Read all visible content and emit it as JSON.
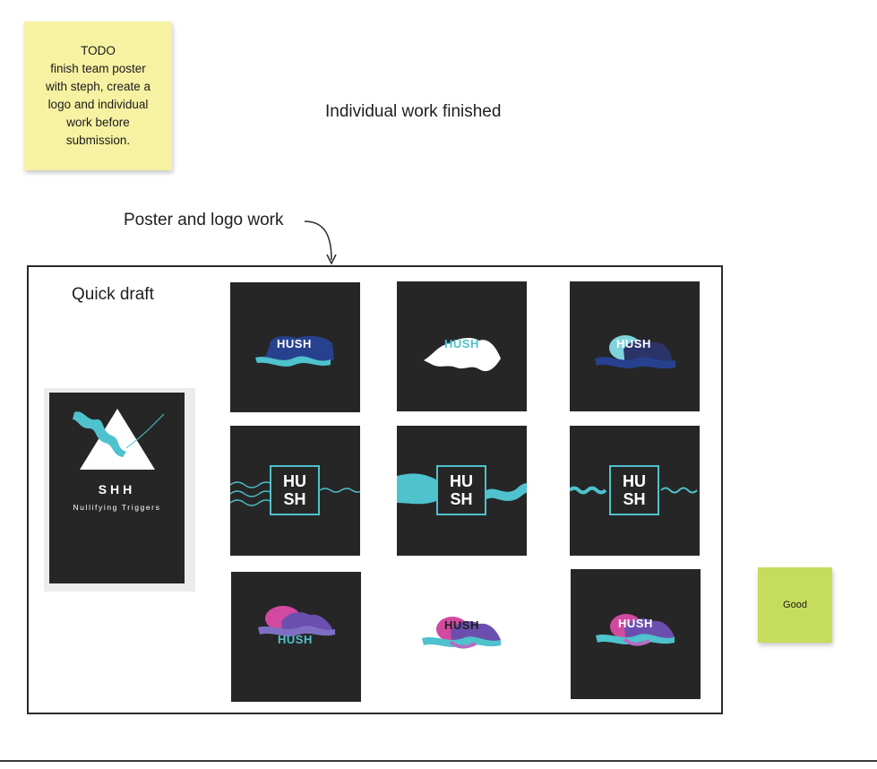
{
  "board": {
    "todo_note": "TODO\nfinish team poster\nwith steph, create a\nlogo and individual\nwork before\nsubmission.",
    "individual_heading": "Individual work finished",
    "poster_logo_heading": "Poster and logo work",
    "frame_title": "Quick draft",
    "good_note": "Good"
  },
  "poster": {
    "title": "SHH",
    "subtitle": "Nullifying Triggers"
  },
  "logos": {
    "word": "HUSH",
    "line1": "HU",
    "line2": "SH"
  },
  "colors": {
    "todo_note": "#f7f2a2",
    "good_note": "#c6dc5c",
    "tile_bg": "#262626",
    "teal": "#4ec2cd",
    "navy": "#27418f",
    "purple": "#6b4fae",
    "pink": "#d14aa0"
  }
}
